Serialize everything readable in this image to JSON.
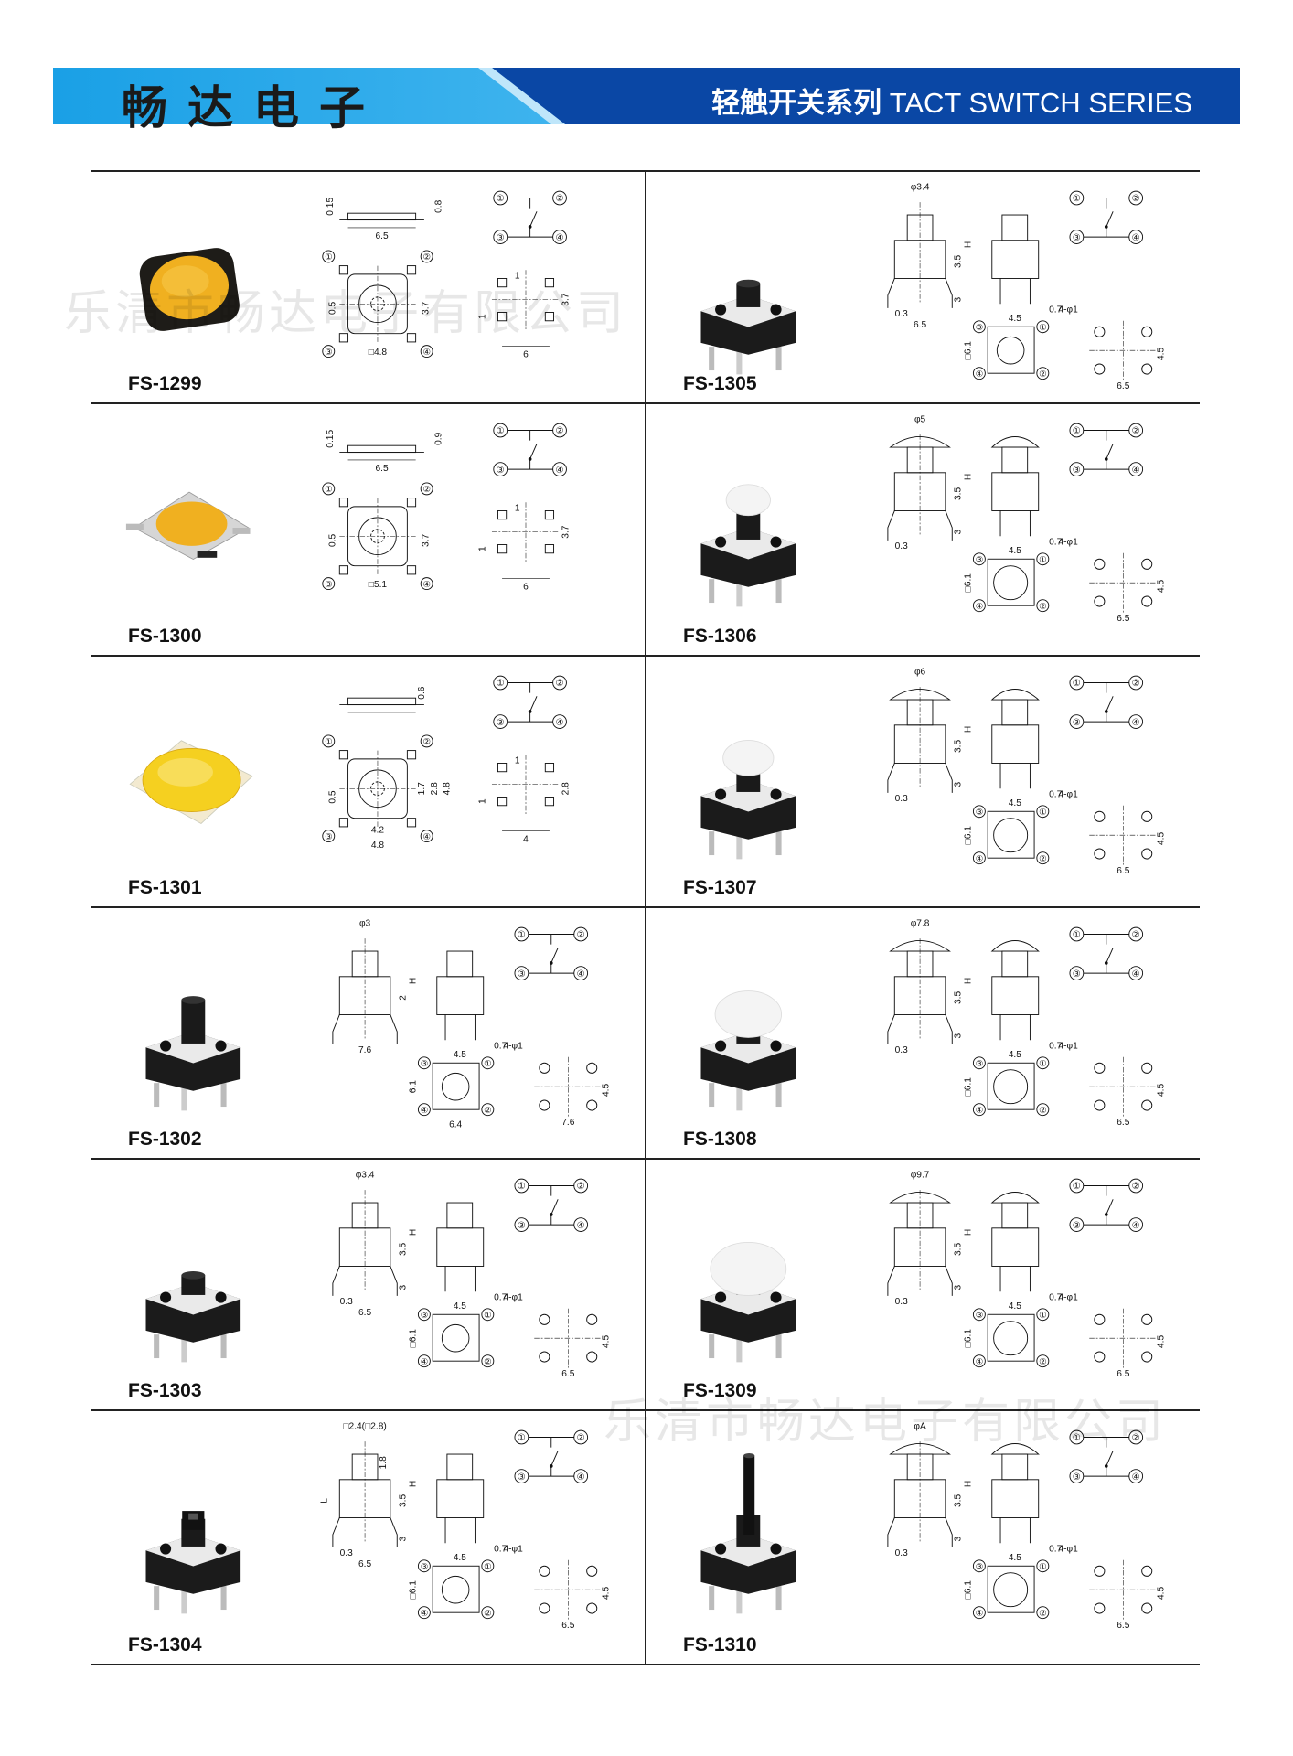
{
  "header": {
    "brand": "畅达电子",
    "series_cn": "轻触开关系列",
    "series_en": "TACT SWITCH SERIES"
  },
  "watermark": "乐清市畅达电子有限公司",
  "colors": {
    "banner_light": "#1aa0e6",
    "banner_dark": "#0a47a5",
    "button_yellow": "#f0b020",
    "button_black": "#1a1a1a",
    "cap_white": "#f4f4f4"
  },
  "products": [
    {
      "code": "FS-1299"
    },
    {
      "code": "FS-1305"
    },
    {
      "code": "FS-1300"
    },
    {
      "code": "FS-1306"
    },
    {
      "code": "FS-1301"
    },
    {
      "code": "FS-1307"
    },
    {
      "code": "FS-1302"
    },
    {
      "code": "FS-1308"
    },
    {
      "code": "FS-1303"
    },
    {
      "code": "FS-1309"
    },
    {
      "code": "FS-1304"
    },
    {
      "code": "FS-1310"
    }
  ],
  "dims": {
    "d1299": [
      "0.15",
      "0.8",
      "6.5",
      "0.5",
      "3.7",
      "□4.8",
      "1",
      "1",
      "3.7",
      "6"
    ],
    "d1300": [
      "0.15",
      "0.9",
      "6.5",
      "0.5",
      "3.7",
      "□5.1",
      "1",
      "1",
      "3.7",
      "6"
    ],
    "d1301": [
      "0.6",
      "0.5",
      "1.7",
      "2.8",
      "4.8",
      "4.2",
      "4.8",
      "1",
      "1",
      "2.8",
      "4"
    ],
    "d1302": [
      "φ3",
      "H",
      "2",
      "7.6",
      "0.7",
      "4.5",
      "4-φ1",
      "6.1",
      "6.4",
      "4.5",
      "7.6"
    ],
    "d1303": [
      "φ3.4",
      "H",
      "3",
      "3.5",
      "0.3",
      "6.5",
      "0.7",
      "4.5",
      "4-φ1",
      "□6.1",
      "4.5",
      "6.5"
    ],
    "d1304": [
      "□2.4(□2.8)",
      "1.8",
      "H",
      "L",
      "3.5",
      "3",
      "0.3",
      "6.5",
      "0.7",
      "4.5",
      "4-φ1",
      "□6.1",
      "4.5",
      "6.5"
    ],
    "d1305": [
      "φ3.4",
      "3.5",
      "H",
      "3",
      "0.3",
      "6.5",
      "0.7",
      "4.5",
      "4-φ1",
      "□6.1",
      "4.5",
      "6.5"
    ],
    "d1306": [
      "φ5",
      "H",
      "3.5",
      "3",
      "0.3",
      "4.5",
      "0.7",
      "4-φ1",
      "□6.1",
      "4.5",
      "6.5"
    ],
    "d1307": [
      "φ6",
      "H",
      "3.5",
      "3",
      "0.3",
      "4.5",
      "0.7",
      "4-φ1",
      "□6.1",
      "4.5",
      "6.5"
    ],
    "d1308": [
      "φ7.8",
      "H",
      "3.5",
      "3",
      "0.3",
      "4.5",
      "0.7",
      "4-φ1",
      "□6.1",
      "4.5",
      "6.5"
    ],
    "d1309": [
      "φ9.7",
      "H",
      "3.5",
      "3",
      "0.3",
      "4.5",
      "0.7",
      "4-φ1",
      "□6.1",
      "4.5",
      "6.5"
    ],
    "d1310": [
      "φA",
      "H",
      "3.5",
      "3",
      "0.3",
      "4.5",
      "0.7",
      "4-φ1",
      "□6.1",
      "4.5",
      "6.5"
    ]
  },
  "pins": [
    "①",
    "②",
    "③",
    "④"
  ]
}
